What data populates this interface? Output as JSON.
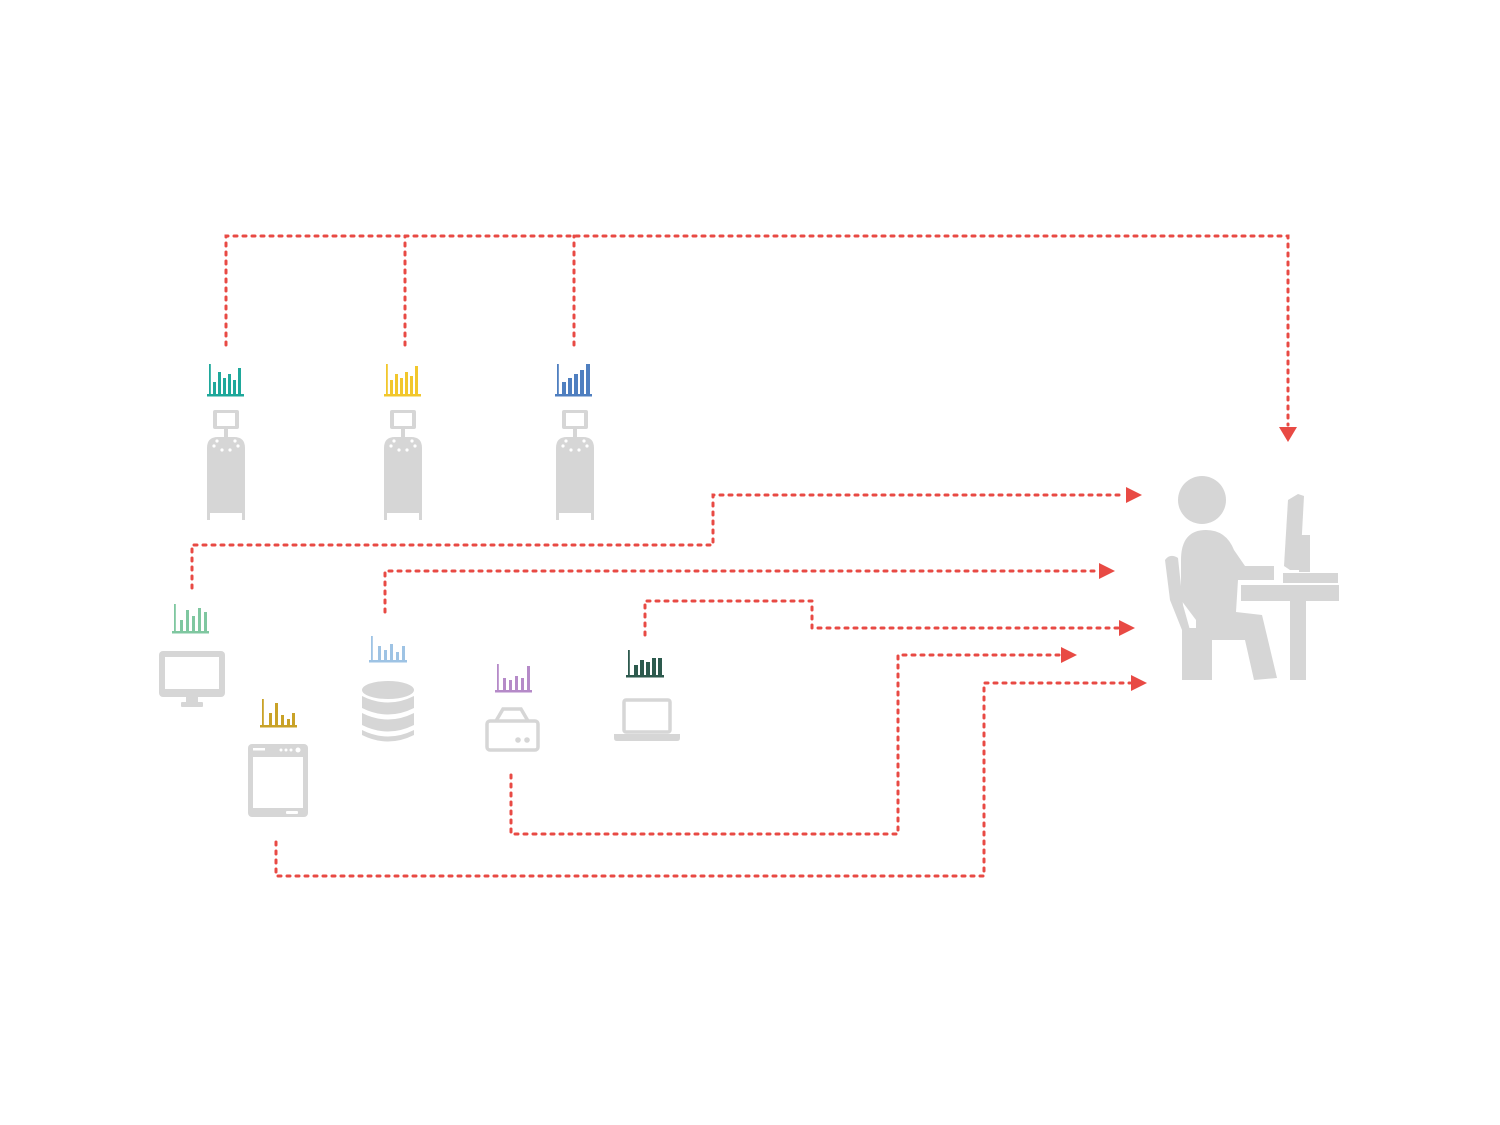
{
  "colors": {
    "flow": "#e84a44",
    "device": "#d6d6d6",
    "chart_teal": "#1fa89b",
    "chart_yellow": "#f2c72c",
    "chart_blue": "#4f7fc0",
    "chart_green": "#7fc7a0",
    "chart_lightblue": "#9ec3e4",
    "chart_purple": "#b58ac8",
    "chart_darkgreen": "#2d5a4e",
    "chart_gold": "#c9a227"
  },
  "sources": [
    {
      "id": "instrument-1",
      "icon": "lab-instrument-icon",
      "chart_icon": "bar-chart-icon",
      "chart_color": "chart_teal"
    },
    {
      "id": "instrument-2",
      "icon": "lab-instrument-icon",
      "chart_icon": "bar-chart-icon",
      "chart_color": "chart_yellow"
    },
    {
      "id": "instrument-3",
      "icon": "lab-instrument-icon",
      "chart_icon": "bar-chart-icon",
      "chart_color": "chart_blue"
    },
    {
      "id": "desktop",
      "icon": "monitor-icon",
      "chart_icon": "bar-chart-icon",
      "chart_color": "chart_green"
    },
    {
      "id": "database",
      "icon": "database-icon",
      "chart_icon": "bar-chart-icon",
      "chart_color": "chart_lightblue"
    },
    {
      "id": "drive",
      "icon": "hard-drive-icon",
      "chart_icon": "bar-chart-icon",
      "chart_color": "chart_purple"
    },
    {
      "id": "laptop",
      "icon": "laptop-icon",
      "chart_icon": "bar-chart-icon",
      "chart_color": "chart_darkgreen"
    },
    {
      "id": "appliance",
      "icon": "appliance-icon",
      "chart_icon": "bar-chart-icon",
      "chart_color": "chart_gold"
    }
  ],
  "target": {
    "id": "analyst",
    "icon": "person-at-computer-icon"
  }
}
